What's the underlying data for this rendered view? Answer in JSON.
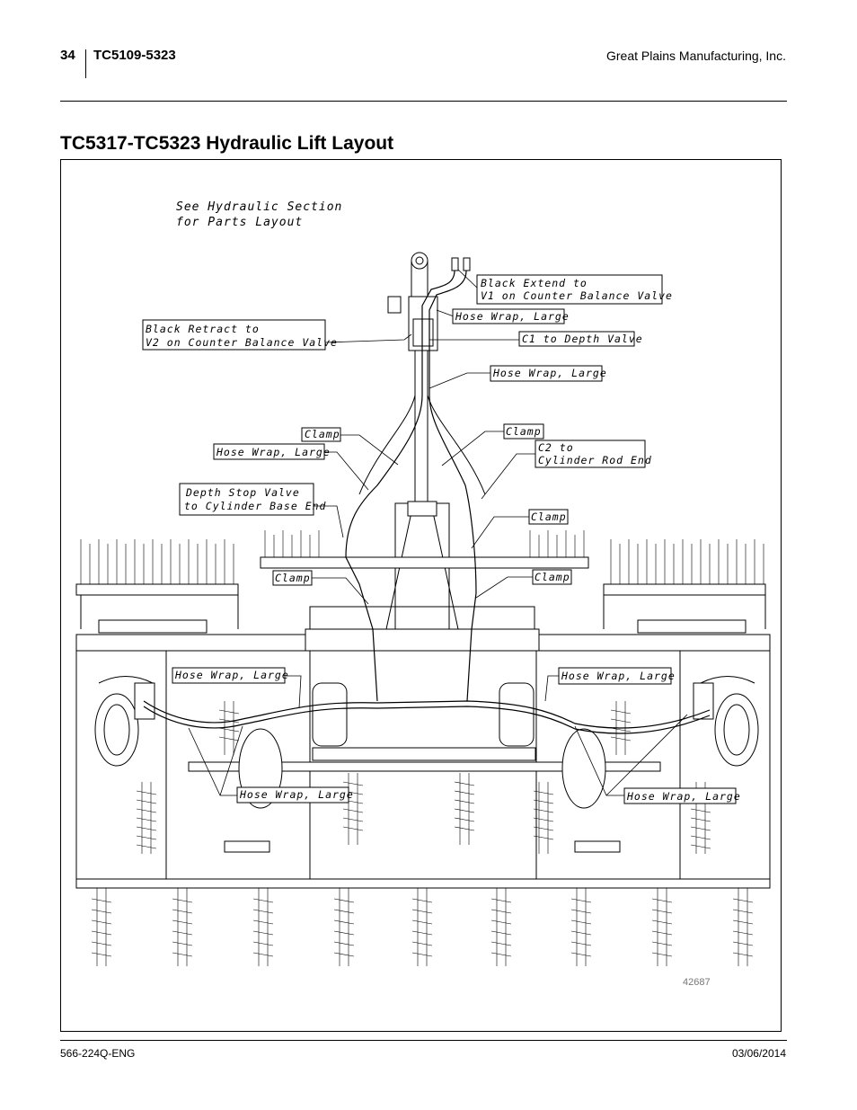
{
  "header": {
    "page_number": "34",
    "model": "TC5109-5323",
    "company": "Great Plains Manufacturing, Inc."
  },
  "title": "TC5317-TC5323 Hydraulic Lift Layout",
  "figure": {
    "note_line1": "See Hydraulic Section",
    "note_line2": "for Parts Layout",
    "figure_number": "42687",
    "callouts": {
      "black_extend_1": "Black Extend to",
      "black_extend_2": "V1 on Counter Balance Valve",
      "black_retract_1": "Black Retract to",
      "black_retract_2": "V2 on Counter Balance Valve",
      "hose_wrap_top": "Hose Wrap, Large",
      "c1_depth": "C1 to Depth Valve",
      "hose_wrap_mid": "Hose Wrap, Large",
      "clamp_left_upper": "Clamp",
      "hose_wrap_left_upper": "Hose Wrap, Large",
      "clamp_right_upper": "Clamp",
      "c2_1": "C2 to",
      "c2_2": "Cylinder Rod End",
      "depth_stop_1": "Depth Stop Valve",
      "depth_stop_2": "to Cylinder Base End",
      "clamp_right_mid": "Clamp",
      "clamp_left_lower": "Clamp",
      "clamp_right_lower": "Clamp",
      "hose_wrap_left_lower": "Hose Wrap, Large",
      "hose_wrap_right_lower": "Hose Wrap, Large",
      "hose_wrap_left_bottom": "Hose Wrap, Large",
      "hose_wrap_right_bottom": "Hose Wrap, Large"
    }
  },
  "footer": {
    "doc_number": "566-224Q-ENG",
    "date": "03/06/2014"
  }
}
